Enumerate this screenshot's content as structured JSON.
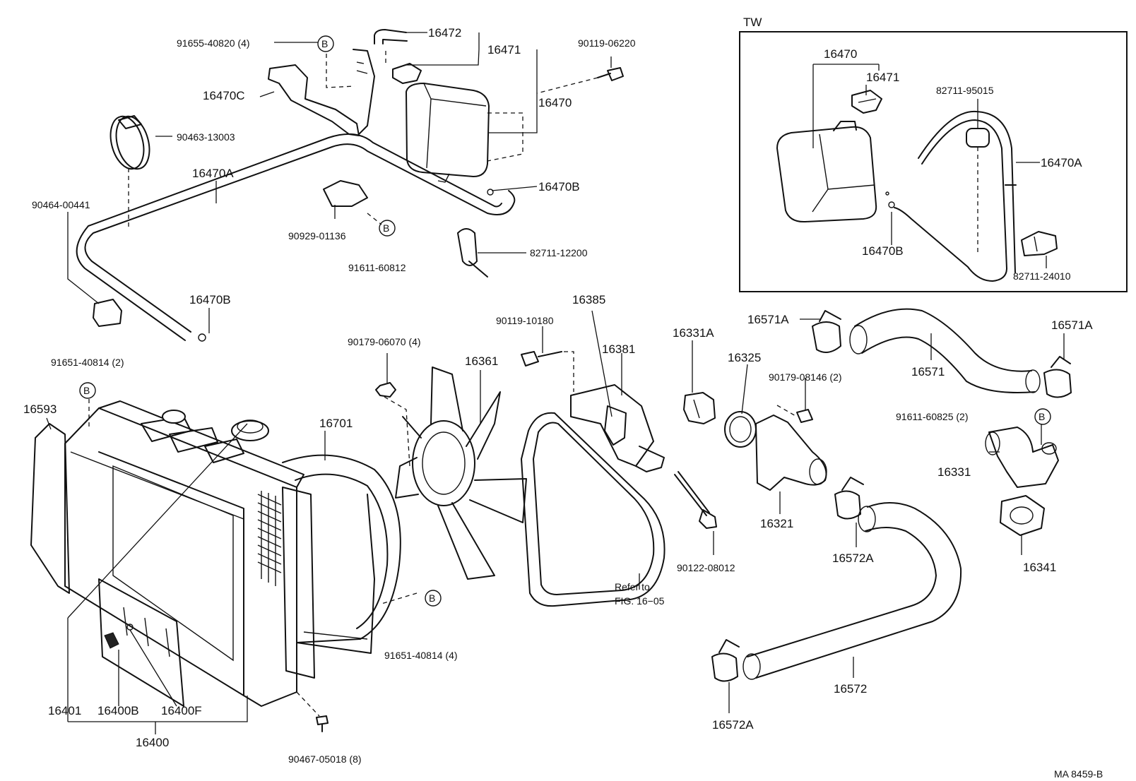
{
  "diagram_id": "MA 8459-B",
  "inset": {
    "title": "TW"
  },
  "callout_symbol": "B",
  "part_numbers": {
    "p91655_40820": "91655-40820 (4)",
    "p16472": "16472",
    "p16471": "16471",
    "p90119_06220": "90119-06220",
    "p16470C": "16470C",
    "p16470": "16470",
    "p90463_13003": "90463-13003",
    "p16470A": "16470A",
    "p16470B": "16470B",
    "p90464_00441": "90464-00441",
    "p90929_01136": "90929-01136",
    "p91611_60812": "91611-60812",
    "p82711_12200": "82711-12200",
    "p16470B_lower": "16470B",
    "p16385": "16385",
    "p90119_10180": "90119-10180",
    "p90179_06070": "90179-06070 (4)",
    "p16361": "16361",
    "p16381": "16381",
    "p16331A": "16331A",
    "p16325": "16325",
    "p90179_08146": "90179-08146 (2)",
    "p16571A_left": "16571A",
    "p16571A_right": "16571A",
    "p16571": "16571",
    "p91611_60825": "91611-60825 (2)",
    "p16331": "16331",
    "p16341": "16341",
    "p16321": "16321",
    "p16572A_upper": "16572A",
    "p16572A_lower": "16572A",
    "p16572": "16572",
    "p90122_08012": "90122-08012",
    "p91651_40814_2": "91651-40814 (2)",
    "p16593": "16593",
    "p16701": "16701",
    "p91651_40814_4": "91651-40814 (4)",
    "p16401": "16401",
    "p16400B": "16400B",
    "p16400F": "16400F",
    "p16400": "16400",
    "p90467_05018": "90467-05018 (8)",
    "refer_line1": "Refer to",
    "refer_line2": "FIG. 16−05",
    "tw_16470": "16470",
    "tw_16471": "16471",
    "tw_82711_95015": "82711-95015",
    "tw_16470A": "16470A",
    "tw_16470B": "16470B",
    "tw_82711_24010": "82711-24010"
  }
}
